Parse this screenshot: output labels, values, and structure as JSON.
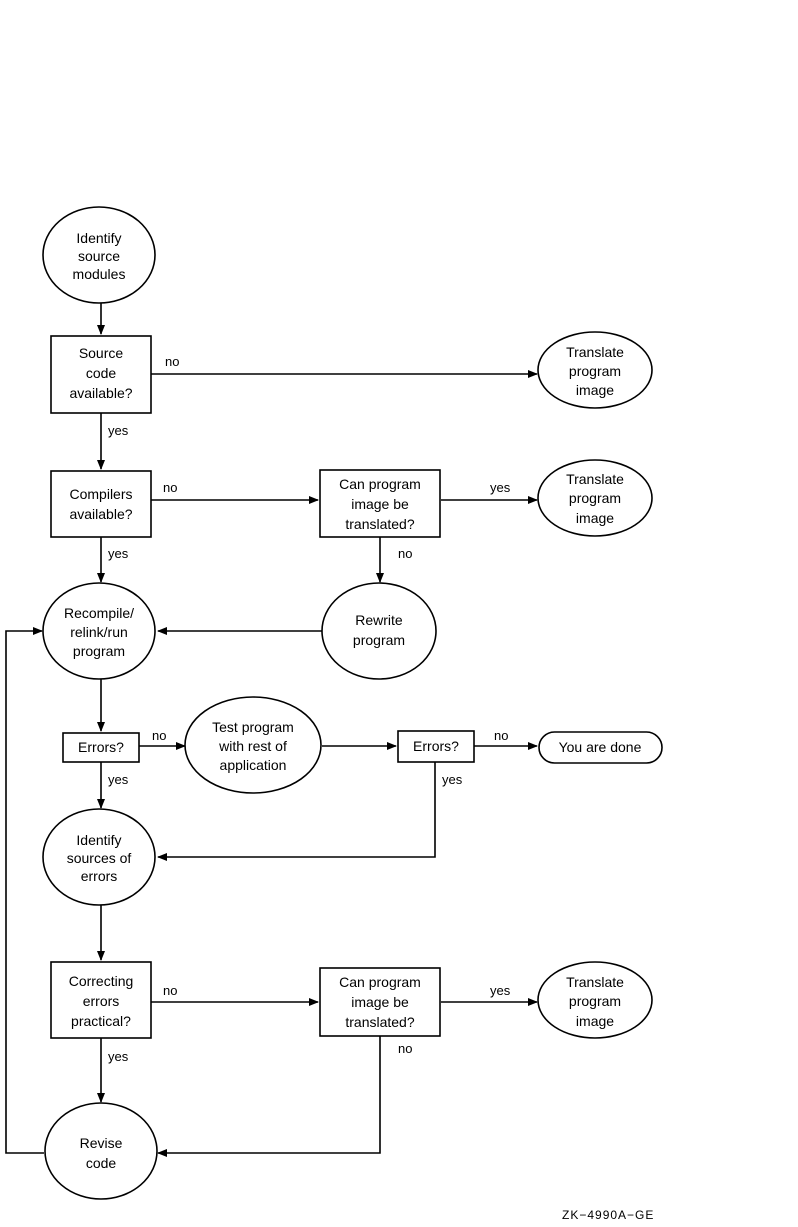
{
  "diagram": {
    "nodes": {
      "identify_source_modules": {
        "shape": "ellipse",
        "lines": [
          "Identify",
          "source",
          "modules"
        ]
      },
      "source_code_available": {
        "shape": "rect",
        "lines": [
          "Source",
          "code",
          "available?"
        ]
      },
      "translate_image_1": {
        "shape": "ellipse",
        "lines": [
          "Translate",
          "program",
          "image"
        ]
      },
      "compilers_available": {
        "shape": "rect",
        "lines": [
          "Compilers",
          "available?"
        ]
      },
      "can_translate_1": {
        "shape": "rect",
        "lines": [
          "Can program",
          "image be",
          "translated?"
        ]
      },
      "translate_image_2": {
        "shape": "ellipse",
        "lines": [
          "Translate",
          "program",
          "image"
        ]
      },
      "rewrite_program": {
        "shape": "ellipse",
        "lines": [
          "Rewrite",
          "program"
        ]
      },
      "recompile": {
        "shape": "ellipse",
        "lines": [
          "Recompile/",
          "relink/run",
          "program"
        ]
      },
      "errors_1": {
        "shape": "rect",
        "lines": [
          "Errors?"
        ]
      },
      "test_program": {
        "shape": "ellipse",
        "lines": [
          "Test program",
          "with rest of",
          "application"
        ]
      },
      "errors_2": {
        "shape": "rect",
        "lines": [
          "Errors?"
        ]
      },
      "you_are_done": {
        "shape": "stadium",
        "lines": [
          "You are done"
        ]
      },
      "identify_sources_errors": {
        "shape": "ellipse",
        "lines": [
          "Identify",
          "sources of",
          "errors"
        ]
      },
      "correcting_practical": {
        "shape": "rect",
        "lines": [
          "Correcting",
          "errors",
          "practical?"
        ]
      },
      "can_translate_2": {
        "shape": "rect",
        "lines": [
          "Can program",
          "image be",
          "translated?"
        ]
      },
      "translate_image_3": {
        "shape": "ellipse",
        "lines": [
          "Translate",
          "program",
          "image"
        ]
      },
      "revise_code": {
        "shape": "ellipse",
        "lines": [
          "Revise",
          "code"
        ]
      }
    },
    "edge_labels": {
      "src_no": "no",
      "src_yes": "yes",
      "comp_no": "no",
      "comp_yes": "yes",
      "cant1_yes": "yes",
      "cant1_no": "no",
      "err1_no": "no",
      "err1_yes": "yes",
      "err2_no": "no",
      "err2_yes": "yes",
      "corr_no": "no",
      "corr_yes": "yes",
      "cant2_yes": "yes",
      "cant2_no": "no"
    },
    "footer_id": "ZK−4990A−GE"
  }
}
